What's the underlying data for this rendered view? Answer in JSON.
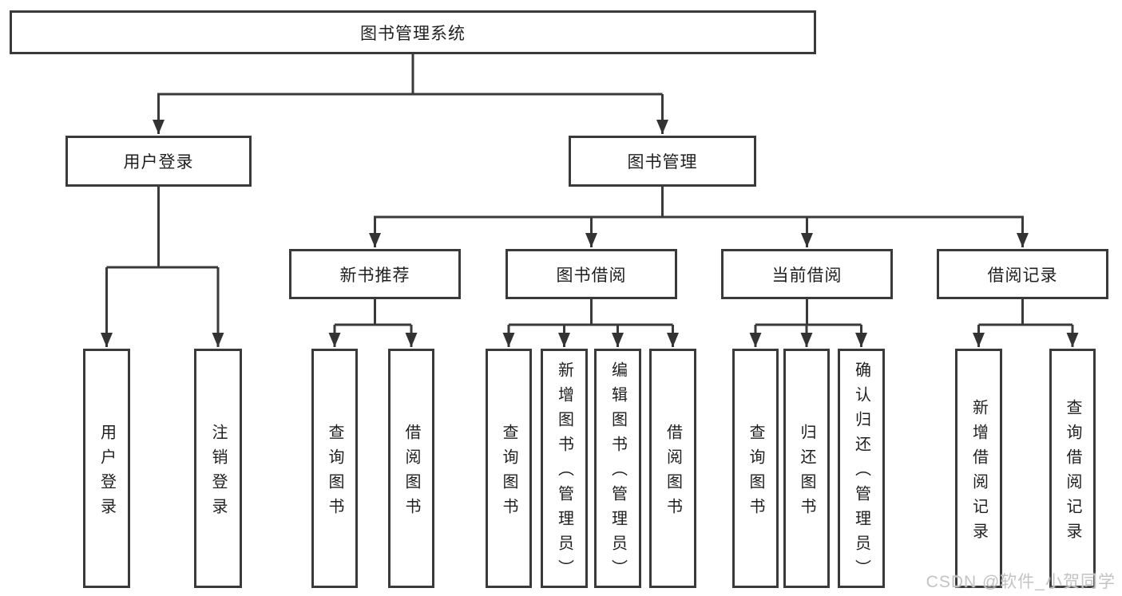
{
  "diagram": {
    "title": "图书管理系统",
    "colors": {
      "line": "#3a3a3a",
      "box_border": "#3a3a3a",
      "text": "#1f1f1f",
      "watermark": "#c3c3c3",
      "background": "#ffffff"
    },
    "nodes": {
      "root": {
        "label": "图书管理系统"
      },
      "level2": [
        {
          "label": "用户登录"
        },
        {
          "label": "图书管理"
        }
      ],
      "level3": [
        {
          "label": "新书推荐"
        },
        {
          "label": "图书借阅"
        },
        {
          "label": "当前借阅"
        },
        {
          "label": "借阅记录"
        }
      ],
      "level4": {
        "user_login_children": [
          {
            "label": "用户登录"
          },
          {
            "label": "注销登录"
          }
        ],
        "new_book_children": [
          {
            "label": "查询图书"
          },
          {
            "label": "借阅图书"
          }
        ],
        "book_borrow_children": [
          {
            "label": "查询图书"
          },
          {
            "label": "新增图书（管理员）"
          },
          {
            "label": "编辑图书（管理员）"
          },
          {
            "label": "借阅图书"
          }
        ],
        "current_borrow_children": [
          {
            "label": "查询图书"
          },
          {
            "label": "归还图书"
          },
          {
            "label": "确认归还（管理员）"
          }
        ],
        "borrow_record_children": [
          {
            "label": "新增借阅记录"
          },
          {
            "label": "查询借阅记录"
          }
        ]
      }
    },
    "watermark": "CSDN @软件_小贺同学"
  }
}
